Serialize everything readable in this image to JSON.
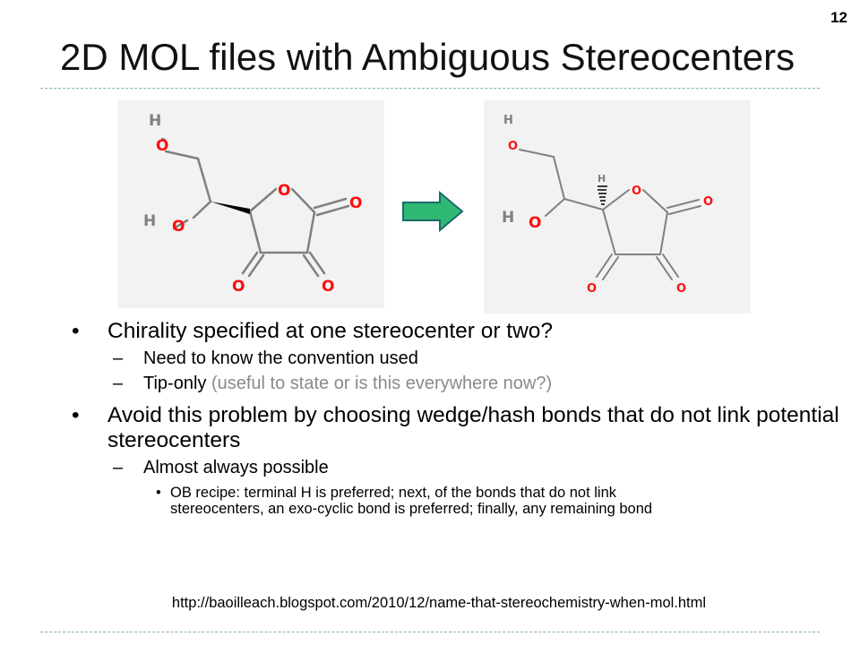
{
  "slide": {
    "number": "12",
    "title": "2D MOL files with Ambiguous Stereocenters"
  },
  "molecules": {
    "atom_labels": {
      "hydrogen": "H",
      "oxygen": "O"
    }
  },
  "bullets": {
    "chirality": "Chirality specified at one stereocenter or two?",
    "convention": "Need to know the convention used",
    "tip_only_prefix": "Tip-only ",
    "tip_only_note": "(useful to state or is this everywhere now?)",
    "avoid": "Avoid this problem by choosing wedge/hash bonds that do not link potential stereocenters",
    "almost_always": "Almost always possible",
    "ob_recipe": "OB recipe: terminal H is preferred; next, of the bonds that do not link stereocenters, an exo-cyclic bond is preferred; finally, any remaining bond",
    "dash": "–"
  },
  "footer": {
    "url": "http://baoilleach.blogspot.com/2010/12/name-that-stereochemistry-when-mol.html"
  },
  "colors": {
    "oxygen": "#ff0d0d",
    "hydrogen": "#808080",
    "bond": "#808080",
    "arrow_fill": "#2fb873",
    "arrow_stroke": "#1a6b6b",
    "rule": "#7fb1b1"
  }
}
